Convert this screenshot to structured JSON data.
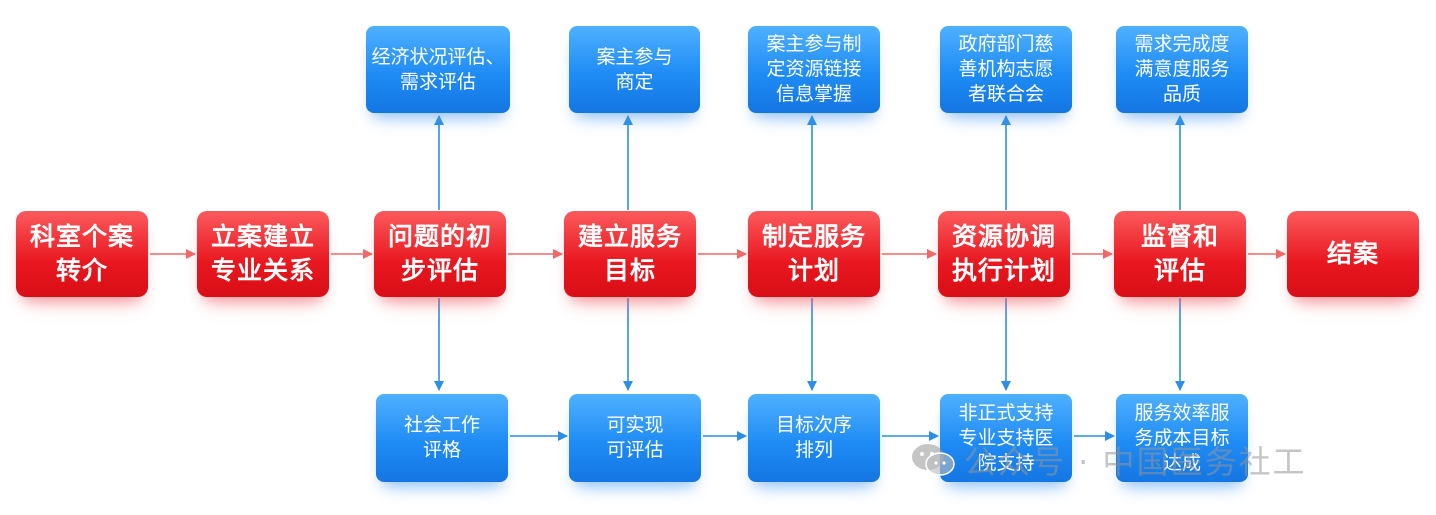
{
  "main_flow": [
    {
      "id": "m1",
      "label": "科室个案\n转介"
    },
    {
      "id": "m2",
      "label": "立案建立\n专业关系"
    },
    {
      "id": "m3",
      "label": "问题的初\n步评估"
    },
    {
      "id": "m4",
      "label": "建立服务\n目标"
    },
    {
      "id": "m5",
      "label": "制定服务\n计划"
    },
    {
      "id": "m6",
      "label": "资源协调\n执行计划"
    },
    {
      "id": "m7",
      "label": "监督和\n评估"
    },
    {
      "id": "m8",
      "label": "结案"
    }
  ],
  "upper_branch": [
    {
      "id": "u3",
      "label": "经济状况评估、\n需求评估"
    },
    {
      "id": "u4",
      "label": "案主参与\n商定"
    },
    {
      "id": "u5",
      "label": "案主参与制\n定资源链接\n信息掌握"
    },
    {
      "id": "u6",
      "label": "政府部门慈\n善机构志愿\n者联合会"
    },
    {
      "id": "u7",
      "label": "需求完成度\n满意度服务\n品质"
    }
  ],
  "lower_branch": [
    {
      "id": "l3",
      "label": "社会工作\n评格"
    },
    {
      "id": "l4",
      "label": "可实现\n可评估"
    },
    {
      "id": "l5",
      "label": "目标次序\n排列"
    },
    {
      "id": "l6",
      "label": "非正式支持\n专业支持医\n院支持"
    },
    {
      "id": "l7",
      "label": "服务效率服\n务成本目标\n达成"
    }
  ],
  "watermark": {
    "icon": "wechat-icon",
    "text": "公众号 · 中国医务社工"
  },
  "colors": {
    "main_box": "#e9171f",
    "branch_box": "#1f8cf5",
    "arrow": "#f06a6a",
    "branch_arrow": "#2d8fe6",
    "text": "#ffffff"
  }
}
